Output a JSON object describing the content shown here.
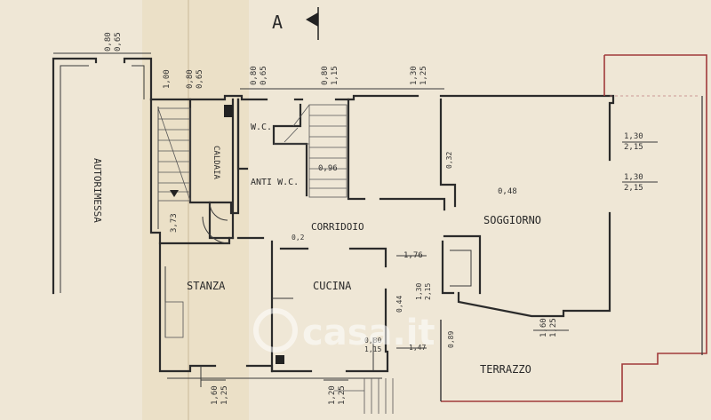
{
  "section_marker": "A",
  "rooms": {
    "autorimessa": "AUTORIMESSA",
    "caldaia": "CALDAIA",
    "wc": "W.C.",
    "anti_wc": "ANTI W.C.",
    "corridoio": "CORRIDOIO",
    "soggiorno": "SOGGIORNO",
    "stanza": "STANZA",
    "cucina": "CUCINA",
    "terrazzo": "TERRAZZO"
  },
  "dimensions": {
    "top_autorimessa": [
      "0,80",
      "0,65"
    ],
    "top_caldaia": [
      "1,00"
    ],
    "top_caldaia_window": [
      "0,80",
      "0,65"
    ],
    "top_wc": [
      "0,80",
      "0,65"
    ],
    "top_stairs": [
      "0,80",
      "1,15"
    ],
    "top_corridor": [
      "1,30",
      "1,25"
    ],
    "right_1": [
      "1,30",
      "2,15"
    ],
    "right_2": [
      "1,30",
      "2,15"
    ],
    "soggiorno_pillar": "0,32",
    "soggiorno_small": "0,48",
    "stairs_width": "0,96",
    "left_stair": "3,73",
    "cucina_door": "0,2",
    "cucina_right_top": "1,76",
    "cucina_right_mid": [
      "1,30",
      "2,15"
    ],
    "cucina_right_sm": "0,44",
    "cucina_bottom_right": [
      "0,80",
      "1,15"
    ],
    "bottom_147": "1,47",
    "bottom_089": "0,89",
    "soggiorno_bottom": [
      "1,60",
      "1,25"
    ],
    "stanza_bottom": [
      "1,60",
      "1,25"
    ],
    "cucina_bottom": [
      "1,20",
      "1,25"
    ]
  },
  "watermark": "casa.it"
}
